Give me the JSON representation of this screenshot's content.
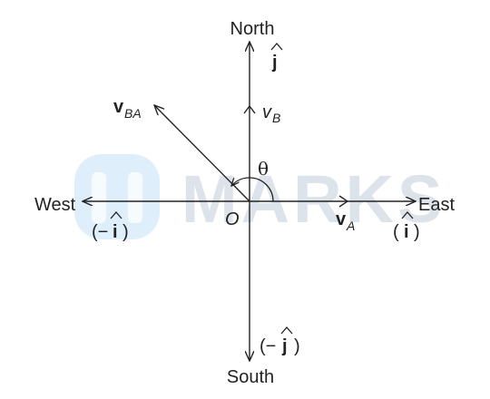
{
  "directions": {
    "north": "North",
    "south": "South",
    "east": "East",
    "west": "West"
  },
  "unit_vectors": {
    "north": "j",
    "south_open": "(−",
    "south_letter": "j",
    "south_close": ")",
    "east_open": "(",
    "east_letter": "i",
    "east_close": ")",
    "west_open": "(−",
    "west_letter": "i",
    "west_close": ")"
  },
  "vectors": {
    "v_b": {
      "letter": "v",
      "subscript": "B"
    },
    "v_a": {
      "letter": "v",
      "subscript": "A"
    },
    "v_ba": {
      "letter": "v",
      "subscript": "BA"
    }
  },
  "origin_label": "O",
  "angle_label": "θ",
  "watermark": {
    "text": "MARKS",
    "color": "#dde3ea",
    "logo_color": "#dbeefb"
  },
  "colors": {
    "ink": "#222222",
    "background": "#ffffff"
  }
}
